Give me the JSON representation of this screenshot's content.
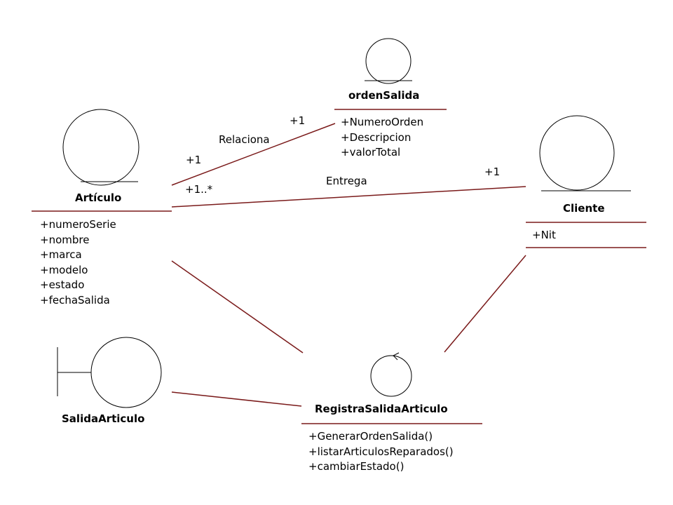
{
  "colors": {
    "line": "#7a1a1a",
    "shape": "#000000",
    "background": "#ffffff",
    "text": "#000000"
  },
  "classes": {
    "articulo": {
      "stereotype": "entity",
      "name": "Artículo",
      "attributes": [
        "+numeroSerie",
        "+nombre",
        "+marca",
        "+modelo",
        "+estado",
        "+fechaSalida"
      ]
    },
    "orden_salida": {
      "stereotype": "entity",
      "name": "ordenSalida",
      "attributes": [
        "+NumeroOrden",
        "+Descripcion",
        "+valorTotal"
      ]
    },
    "cliente": {
      "stereotype": "entity",
      "name": "Cliente",
      "attributes": [
        "+Nit"
      ]
    },
    "salida_articulo": {
      "stereotype": "boundary",
      "name": "SalidaArticulo",
      "attributes": []
    },
    "registra_salida": {
      "stereotype": "control",
      "name": "RegistraSalidaArticulo",
      "operations": [
        "+GenerarOrdenSalida()",
        "+listarArticulosReparados()",
        "+cambiarEstado()"
      ]
    }
  },
  "associations": {
    "relaciona": {
      "name": "Relaciona",
      "source_mult": "+1",
      "target_mult": "+1"
    },
    "entrega": {
      "name": "Entrega",
      "source_mult": "+1..*",
      "target_mult": "+1"
    }
  }
}
